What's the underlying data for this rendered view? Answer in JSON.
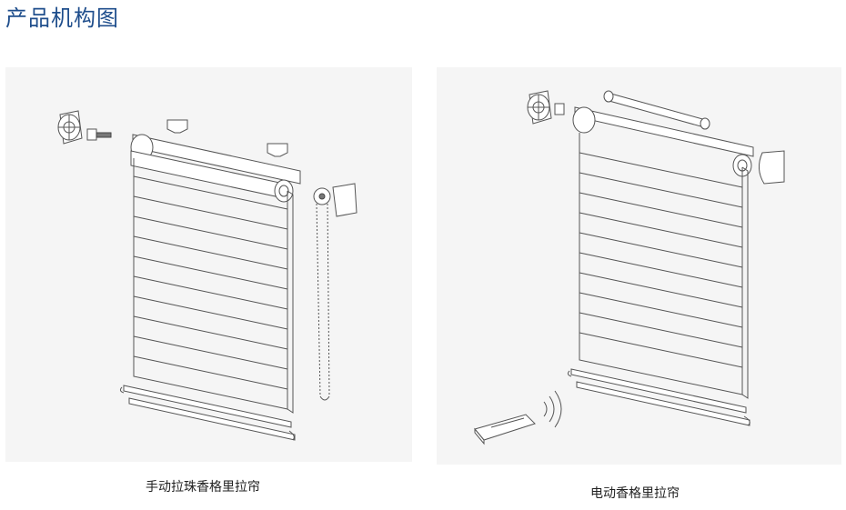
{
  "page": {
    "title": "产品机构图"
  },
  "diagrams": [
    {
      "caption": "手动拉珠香格里拉帘",
      "type": "manual-bead-chain"
    },
    {
      "caption": "电动香格里拉帘",
      "type": "motorized"
    }
  ],
  "colors": {
    "title": "#1f4e8c",
    "panel_bg": "#f5f5f5",
    "line": "#555555"
  }
}
